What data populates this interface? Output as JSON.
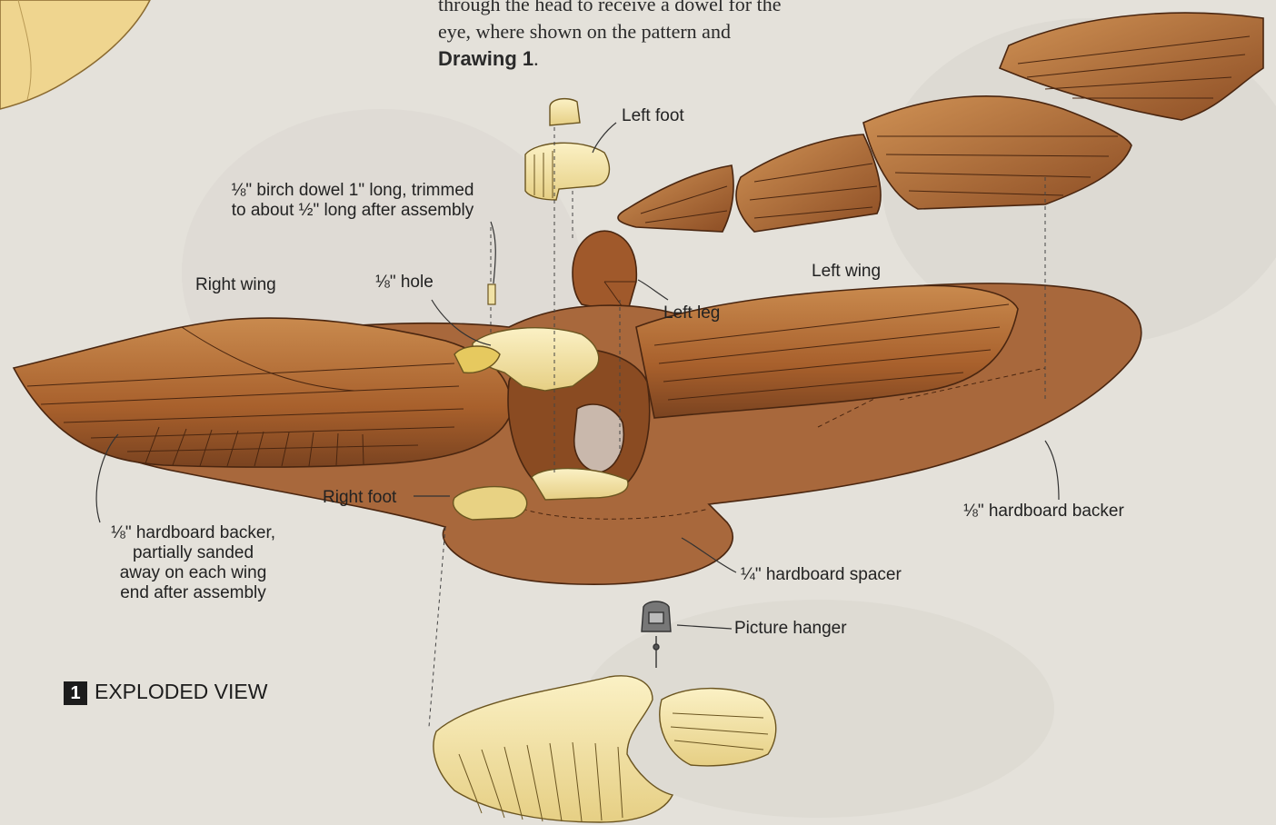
{
  "intro": {
    "line1": "through the head to receive a dowel for the",
    "line2": "eye, where shown on the pattern and",
    "drawing_ref": "Drawing 1",
    "end": "."
  },
  "figure": {
    "number": "1",
    "title": "EXPLODED VIEW"
  },
  "labels": {
    "left_foot": "Left foot",
    "dowel_line1": "⅛\" birch dowel 1\" long, trimmed",
    "dowel_line2": "to about ½\" long after assembly",
    "right_wing": "Right wing",
    "hole": "⅛\" hole",
    "left_wing": "Left wing",
    "left_leg": "Left leg",
    "right_foot": "Right foot",
    "backer_right": "⅛\" hardboard backer",
    "backer_left_1": "⅛\" hardboard backer,",
    "backer_left_2": "partially sanded",
    "backer_left_3": "away on each wing",
    "backer_left_4": "end after assembly",
    "spacer": "¼\" hardboard spacer",
    "picture_hanger": "Picture hanger"
  },
  "colors": {
    "background": "#e4e1da",
    "wood_dark": "#7a4320",
    "wood_mid": "#a8602c",
    "wood_light": "#c98a4e",
    "pale_wood": "#f1e2a6"
  }
}
